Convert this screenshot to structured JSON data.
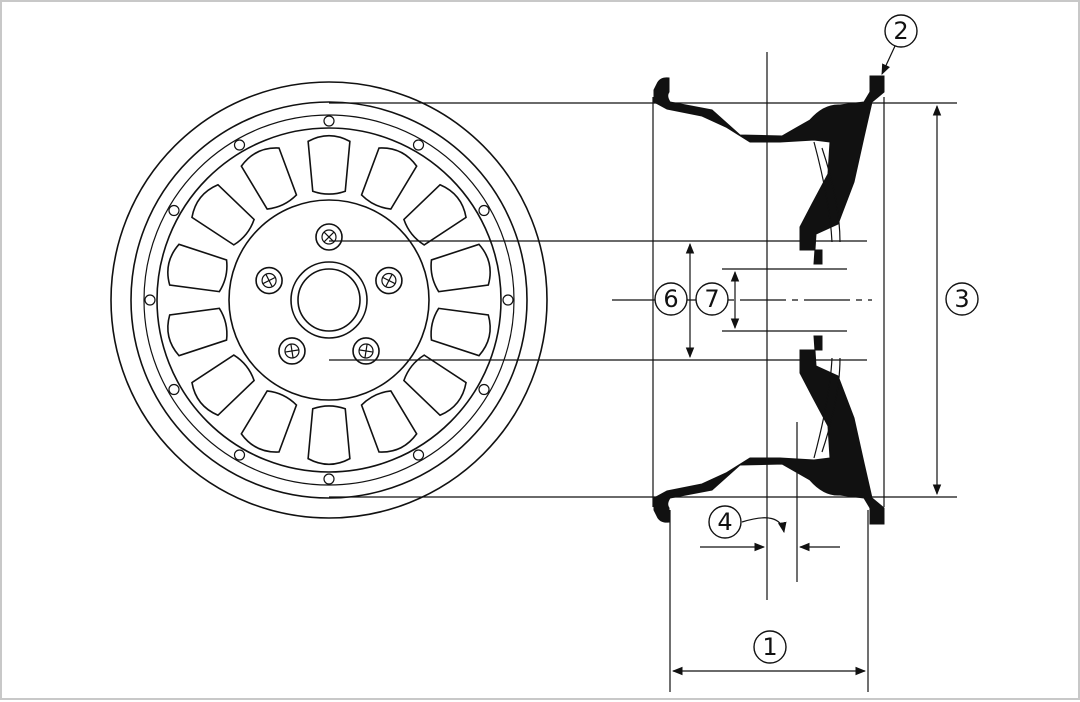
{
  "callouts": [
    {
      "id": "1",
      "label": "1"
    },
    {
      "id": "2",
      "label": "2"
    },
    {
      "id": "3",
      "label": "3"
    },
    {
      "id": "4",
      "label": "4"
    },
    {
      "id": "6",
      "label": "6"
    },
    {
      "id": "7",
      "label": "7"
    }
  ],
  "colors": {
    "line": "#111111",
    "background": "#ffffff",
    "frame": "#c8c8c8"
  }
}
